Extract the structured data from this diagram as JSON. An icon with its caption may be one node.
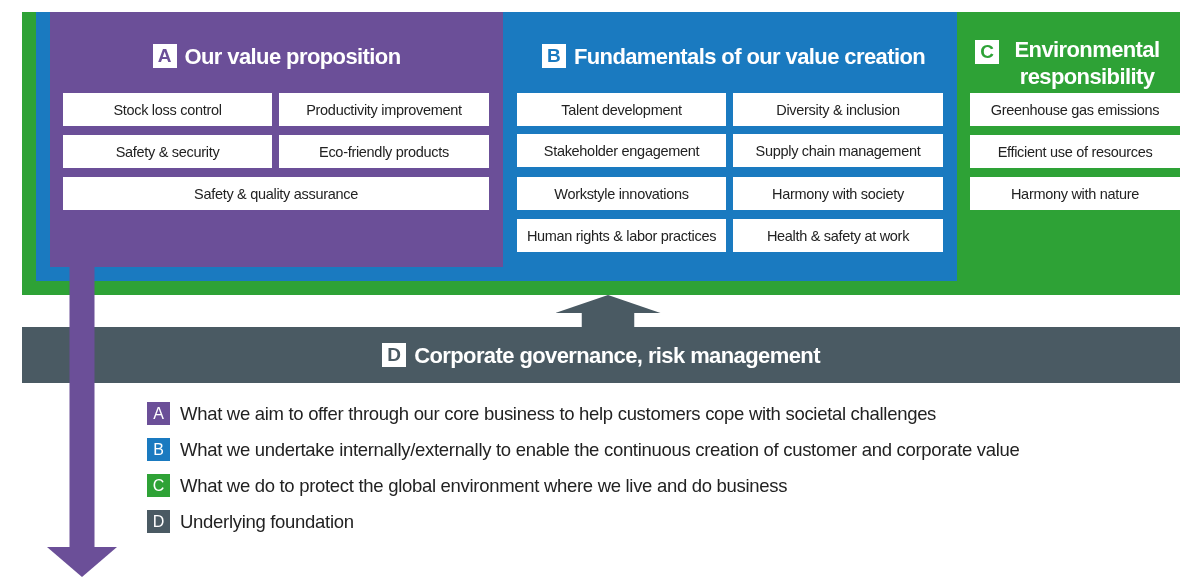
{
  "diagram": {
    "nodes": [
      {
        "text": [
          "C",
          "Environmental responsibility"
        ]
      },
      {
        "text": [
          "B",
          "Fundamentals of our value creation"
        ],
        "in": 0
      },
      {
        "text": [
          "A",
          "Our value proposition"
        ],
        "in": 1
      },
      {
        "text": [
          "Stock loss control"
        ],
        "in": 2
      },
      {
        "text": [
          "Productivity improvement"
        ],
        "in": 2
      },
      {
        "text": [
          "Safety & security"
        ],
        "in": 2
      },
      {
        "text": [
          "Eco-friendly products"
        ],
        "in": 2
      },
      {
        "text": [
          "Safety & quality assurance"
        ],
        "in": 2
      },
      {
        "text": [
          "Talent development"
        ],
        "in": 1
      },
      {
        "text": [
          "Diversity & inclusion"
        ],
        "in": 1
      },
      {
        "text": [
          "Stakeholder engagement"
        ],
        "in": 1
      },
      {
        "text": [
          "Supply chain management"
        ],
        "in": 1
      },
      {
        "text": [
          "Workstyle innovations"
        ],
        "in": 1
      },
      {
        "text": [
          "Harmony with society"
        ],
        "in": 1
      },
      {
        "text": [
          "Human rights & labor practices"
        ],
        "in": 1
      },
      {
        "text": [
          "Health & safety at work"
        ],
        "in": 1
      },
      {
        "text": [
          "Greenhouse gas emissions"
        ],
        "in": 0
      },
      {
        "text": [
          "Efficient use of resources"
        ],
        "in": 0
      },
      {
        "text": [
          "Harmony with nature"
        ],
        "in": 0
      },
      {
        "text": [
          "D",
          "Corporate governance, risk management"
        ]
      }
    ],
    "edges": [
      {
        "from": 2,
        "to": null,
        "arrow": "to",
        "color": "#6b4f98"
      },
      {
        "from": 19,
        "to": 0,
        "arrow": "to",
        "style": "thick",
        "color": "#4a5a63"
      }
    ],
    "labels": [
      "A",
      "B",
      "C",
      "D"
    ],
    "legend": [
      {
        "text": "What we aim to offer through our core business to help customers cope with societal challenges",
        "color": "#6b4f98"
      },
      {
        "text": "What we undertake internally/externally to enable the continuous creation of customer and corporate value",
        "color": "#1a7ac0"
      },
      {
        "text": "What we do to protect the global environment where we live and do business",
        "color": "#2ea236"
      },
      {
        "text": "Underlying foundation",
        "color": "#4a5a63"
      }
    ]
  }
}
